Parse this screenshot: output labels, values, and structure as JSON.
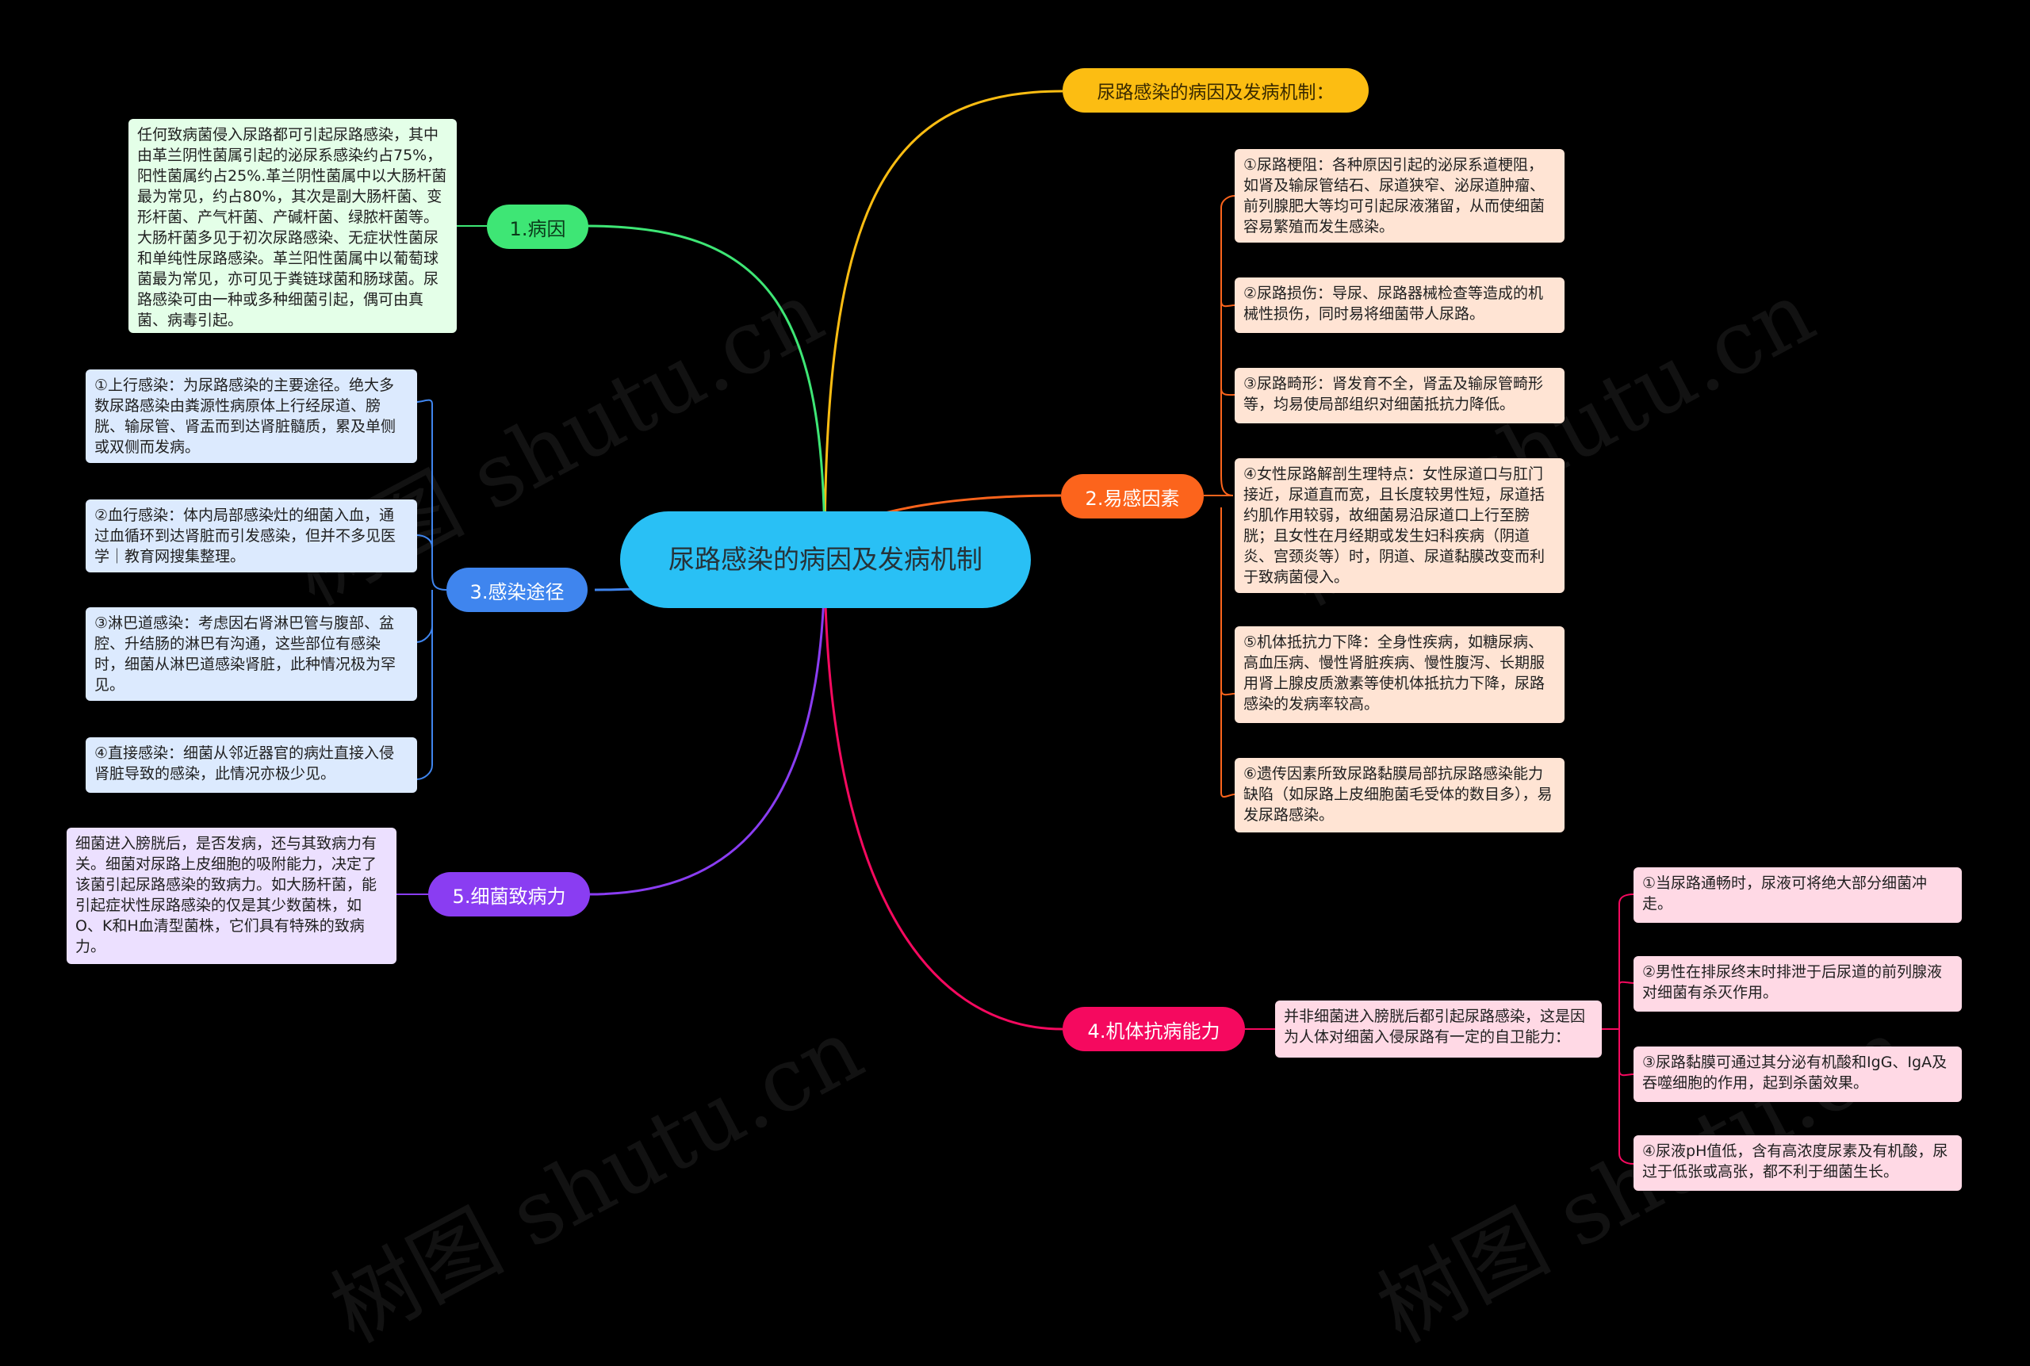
{
  "colors": {
    "background": "#000000",
    "center": "#29c0f5",
    "top": "#fcbd12",
    "cause": "#3ee675",
    "route": "#3f85ee",
    "virulence": "#8a3df2",
    "susceptible": "#fc641c",
    "resistance": "#f5095f"
  },
  "center": {
    "title": "尿路感染的病因及发病机制"
  },
  "top_branch": {
    "label": "尿路感染的病因及发病机制："
  },
  "cause": {
    "label": "1.病因",
    "note": "任何致病菌侵入尿路都可引起尿路感染，其中由革兰阴性菌属引起的泌尿系感染约占75%，阳性菌属约占25%.革兰阴性菌属中以大肠杆菌最为常见，约占80%，其次是副大肠杆菌、变形杆菌、产气杆菌、产碱杆菌、绿脓杆菌等。大肠杆菌多见于初次尿路感染、无症状性菌尿和单纯性尿路感染。革兰阳性菌属中以葡萄球菌最为常见，亦可见于粪链球菌和肠球菌。尿路感染可由一种或多种细菌引起，偶可由真菌、病毒引起。"
  },
  "route": {
    "label": "3.感染途径",
    "items": [
      "①上行感染：为尿路感染的主要途径。绝大多数尿路感染由粪源性病原体上行经尿道、膀胱、输尿管、肾盂而到达肾脏髓质，累及单侧或双侧而发病。",
      "②血行感染：体内局部感染灶的细菌入血，通过血循环到达肾脏而引发感染，但并不多见医学｜教育网搜集整理。",
      "③淋巴道感染：考虑因右肾淋巴管与腹部、盆腔、升结肠的淋巴有沟通，这些部位有感染时，细菌从淋巴道感染肾脏，此种情况极为罕见。",
      "④直接感染：细菌从邻近器官的病灶直接入侵肾脏导致的感染，此情况亦极少见。"
    ]
  },
  "virulence": {
    "label": "5.细菌致病力",
    "note": "细菌进入膀胱后，是否发病，还与其致病力有关。细菌对尿路上皮细胞的吸附能力，决定了该菌引起尿路感染的致病力。如大肠杆菌，能引起症状性尿路感染的仅是其少数菌株，如O、K和H血清型菌株，它们具有特殊的致病力。"
  },
  "susceptible": {
    "label": "2.易感因素",
    "items": [
      "①尿路梗阻：各种原因引起的泌尿系道梗阻，如肾及输尿管结石、尿道狭窄、泌尿道肿瘤、前列腺肥大等均可引起尿液潴留，从而使细菌容易繁殖而发生感染。",
      "②尿路损伤：导尿、尿路器械检查等造成的机械性损伤，同时易将细菌带人尿路。",
      "③尿路畸形：肾发育不全，肾盂及输尿管畸形等，均易使局部组织对细菌抵抗力降低。",
      "④女性尿路解剖生理特点：女性尿道口与肛门接近，尿道直而宽，且长度较男性短，尿道括约肌作用较弱，故细菌易沿尿道口上行至膀胱；且女性在月经期或发生妇科疾病（阴道炎、宫颈炎等）时，阴道、尿道黏膜改变而利于致病菌侵入。",
      "⑤机体抵抗力下降：全身性疾病，如糖尿病、高血压病、慢性肾脏疾病、慢性腹泻、长期服用肾上腺皮质激素等使机体抵抗力下降，尿路感染的发病率较高。",
      "⑥遗传因素所致尿路黏膜局部抗尿路感染能力缺陷（如尿路上皮细胞菌毛受体的数目多），易发尿路感染。"
    ]
  },
  "resistance": {
    "label": "4.机体抗病能力",
    "intro": "并非细菌进入膀胱后都引起尿路感染，这是因为人体对细菌入侵尿路有一定的自卫能力：",
    "items": [
      "①当尿路通畅时，尿液可将绝大部分细菌冲走。",
      "②男性在排尿终末时排泄于后尿道的前列腺液对细菌有杀灭作用。",
      "③尿路黏膜可通过其分泌有机酸和IgG、IgA及吞噬细胞的作用，起到杀菌效果。",
      "④尿液pH值低，含有高浓度尿素及有机酸，尿过于低张或高张，都不利于细菌生长。"
    ]
  },
  "watermarks": [
    "树图 shutu.cn",
    "树图 shutu.cn",
    "树图 shutu.cn",
    "树图 shutu.cn"
  ]
}
